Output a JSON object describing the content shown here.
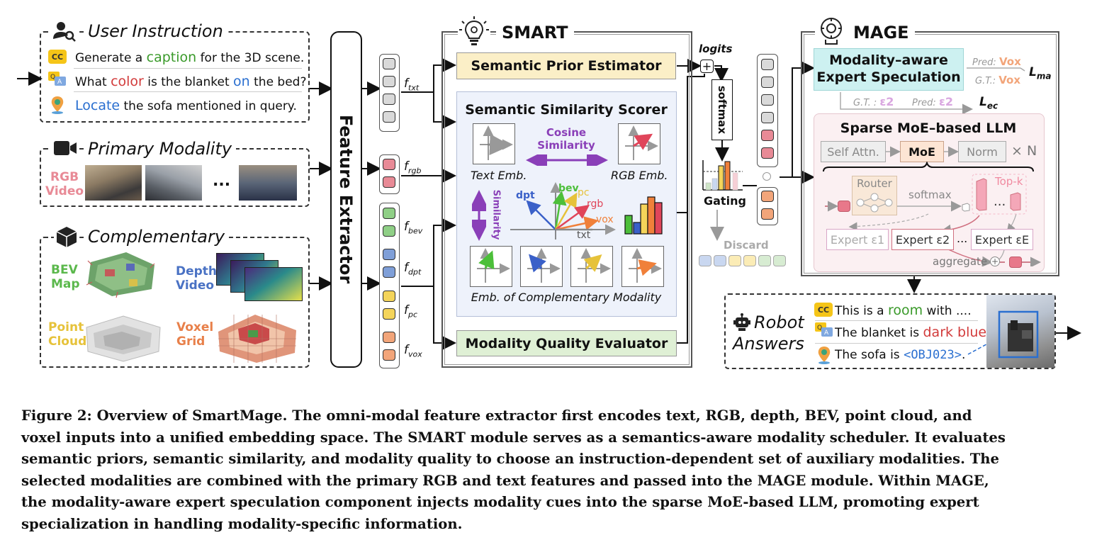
{
  "user_instruction": {
    "title": "User Instruction",
    "lines": [
      {
        "pre": "Generate a ",
        "hl": "caption",
        "post": " for the 3D scene.",
        "hl_color": "#3a9a2a"
      },
      {
        "pre": "What ",
        "hl": "color",
        "mid": " is the blanket ",
        "hl2": "on",
        "post": " the bed?",
        "hl_color": "#d23b3b",
        "hl2_color": "#2a6fd0"
      },
      {
        "pre": "",
        "hl": "Locate",
        "post": " the sofa mentioned in query.",
        "hl_color": "#2a6fd0"
      }
    ],
    "cc_badge": "CC"
  },
  "primary_modality": {
    "title": "Primary Modality",
    "rgb_label_1": "RGB",
    "rgb_label_2": "Video",
    "ellipsis": "..."
  },
  "complementary": {
    "title": "Complementary",
    "bev_1": "BEV",
    "bev_2": "Map",
    "depth_1": "Depth",
    "depth_2": "Video",
    "pc_1": "Point",
    "pc_2": "Cloud",
    "vox_1": "Voxel",
    "vox_2": "Grid"
  },
  "feature_extractor": "Feature Extractor",
  "features": {
    "f": "f",
    "txt": "txt",
    "rgb": "rgb",
    "bev": "bev",
    "dpt": "dpt",
    "pc": "pc",
    "vox": "vox"
  },
  "smart": {
    "title": "SMART",
    "semantic_prior": "Semantic Prior Estimator",
    "similarity_scorer": "Semantic Similarity Scorer",
    "cosine_1": "Cosine",
    "cosine_2": "Similarity",
    "text_emb": "Text Emb.",
    "rgb_emb": "RGB Emb.",
    "similarity_vertical": "Similarity",
    "vec_dpt": "dpt",
    "vec_bev": "bev",
    "vec_pc": "pc",
    "vec_rgb": "rgb",
    "vec_vox": "vox",
    "vec_txt": "txt",
    "emb_comp": "Emb. of Complementary Modality",
    "quality_evaluator": "Modality Quality Evaluator"
  },
  "gating": {
    "logits": "logits",
    "plus": "+",
    "softmax": "softmax",
    "gating": "Gating",
    "discard": "Discard"
  },
  "mage": {
    "title": "MAGE",
    "speculation_1": "Modality–aware",
    "speculation_2": "Expert Speculation",
    "pred_label": "Pred:",
    "gt_label": "G.T.:",
    "vox": "Vox",
    "l_ma": "L",
    "l_ma_sub": "ma",
    "gt_e_label": "G.T. :",
    "epsilon_2": "ε2",
    "l_ec": "L",
    "l_ec_sub": "ec",
    "moe_llm": "Sparse MoE–based LLM",
    "self_attn": "Self Attn.",
    "moe": "MoE",
    "norm": "Norm",
    "times_n": "× N",
    "router": "Router",
    "softmax": "softmax",
    "topk": "Top-k",
    "ellipsis": "...",
    "expert_1": "Expert ε1",
    "expert_2": "Expert ε2",
    "expert_e": "Expert εE",
    "aggregate": "aggregate"
  },
  "robot": {
    "title_1": "Robot",
    "title_2": "Answers",
    "ans_1_pre": "This is a ",
    "ans_1_hl": "room",
    "ans_1_post": " with ....",
    "ans_2_pre": "The blanket is ",
    "ans_2_hl": "dark blue",
    "ans_2_post": ".",
    "ans_3_pre": "The sofa is ",
    "ans_3_hl": "<OBJ023>",
    "ans_3_post": "."
  },
  "caption": [
    "Figure 2: Overview of SmartMage. The omni-modal feature extractor first encodes text, RGB, depth, BEV, point cloud, and",
    "voxel inputs into a unified embedding space. The SMART module serves as a semantics-aware modality scheduler. It evaluates",
    "semantic priors, semantic similarity, and modality quality to choose an instruction-dependent set of auxiliary modalities. The",
    "selected modalities are combined with the primary RGB and text features and passed into the MAGE module. Within MAGE,",
    "the modality-aware expert speculation component injects modality cues into the sparse MoE-based LLM, promoting expert",
    "specialization in handling modality-specific information."
  ],
  "colors": {
    "rgb_token": "#e88a96",
    "bev_token": "#8fcf86",
    "dpt_token": "#7f9fd8",
    "pc_token": "#f4d45a",
    "vox_token": "#f2a57a",
    "txt_token": "#d9d9d9",
    "smart_yellow": "#fbefc7",
    "smart_green": "#dff0d5",
    "scorer_bg": "#eef2fb",
    "mage_cyan": "#cdf1f1",
    "moe_bg": "#fbf0f2",
    "similarity_purple": "#8a3fb8"
  }
}
